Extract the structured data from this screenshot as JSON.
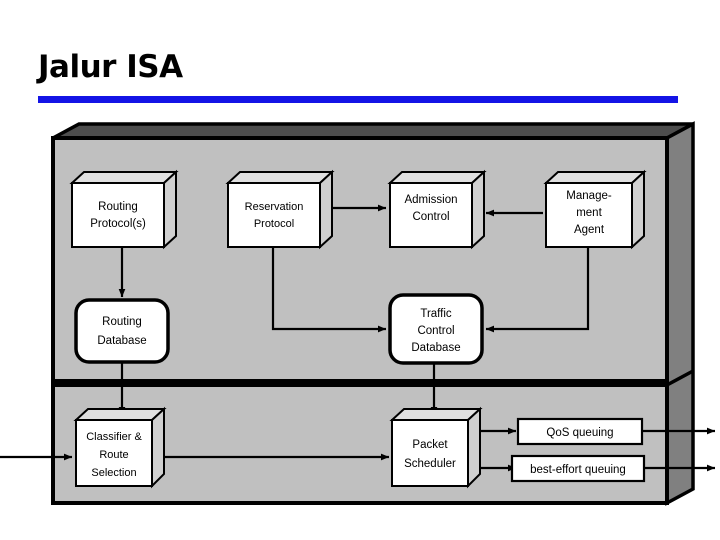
{
  "slide": {
    "title": "Jalur ISA",
    "accent_color": "#1414e6",
    "panel_fill": "#c0c0c0",
    "panel_top_face": "#4d4d4d",
    "panel_side_face": "#808080",
    "box_fill": "#ffffff",
    "box_top_face": "#e0e0e0",
    "box_side_face": "#d0d0d0",
    "stroke": "#000000"
  },
  "diagram": {
    "name": "integrated-services-architecture",
    "upper_plane": {
      "name": "control-plane",
      "nodes": [
        {
          "id": "routing-protocols",
          "shape": "cube",
          "lines": [
            "Routing",
            "Protocol(s)"
          ]
        },
        {
          "id": "reservation-protocol",
          "shape": "cube",
          "lines": [
            "Reservation",
            "Protocol"
          ]
        },
        {
          "id": "admission-control",
          "shape": "cube",
          "lines": [
            "Admission",
            "Control"
          ]
        },
        {
          "id": "management-agent",
          "shape": "cube",
          "lines": [
            "Manage-",
            "ment",
            "Agent"
          ]
        },
        {
          "id": "routing-database",
          "shape": "round",
          "lines": [
            "Routing",
            "Database"
          ]
        },
        {
          "id": "traffic-control-database",
          "shape": "round",
          "lines": [
            "Traffic",
            "Control",
            "Database"
          ]
        }
      ]
    },
    "lower_plane": {
      "name": "forwarding-plane",
      "nodes": [
        {
          "id": "classifier-route-selection",
          "shape": "cube",
          "lines": [
            "Classifier &",
            "Route",
            "Selection"
          ]
        },
        {
          "id": "packet-scheduler",
          "shape": "cube",
          "lines": [
            "Packet",
            "Scheduler"
          ]
        },
        {
          "id": "qos-queuing",
          "shape": "flat",
          "lines": [
            "QoS queuing"
          ]
        },
        {
          "id": "best-effort-queuing",
          "shape": "flat",
          "lines": [
            "best-effort queuing"
          ]
        }
      ]
    },
    "connections": [
      {
        "from": "routing-protocols",
        "to": "routing-database"
      },
      {
        "from": "reservation-protocol",
        "to": "admission-control"
      },
      {
        "from": "reservation-protocol",
        "to": "traffic-control-database"
      },
      {
        "from": "management-agent",
        "to": "admission-control"
      },
      {
        "from": "management-agent",
        "to": "traffic-control-database"
      },
      {
        "from": "routing-database",
        "to": "classifier-route-selection"
      },
      {
        "from": "traffic-control-database",
        "to": "packet-scheduler"
      },
      {
        "from": "packet-ingress",
        "to": "classifier-route-selection"
      },
      {
        "from": "classifier-route-selection",
        "to": "packet-scheduler"
      },
      {
        "from": "packet-scheduler",
        "to": "qos-queuing"
      },
      {
        "from": "packet-scheduler",
        "to": "best-effort-queuing"
      },
      {
        "from": "qos-queuing",
        "to": "egress-qos"
      },
      {
        "from": "best-effort-queuing",
        "to": "egress-best-effort"
      }
    ]
  }
}
